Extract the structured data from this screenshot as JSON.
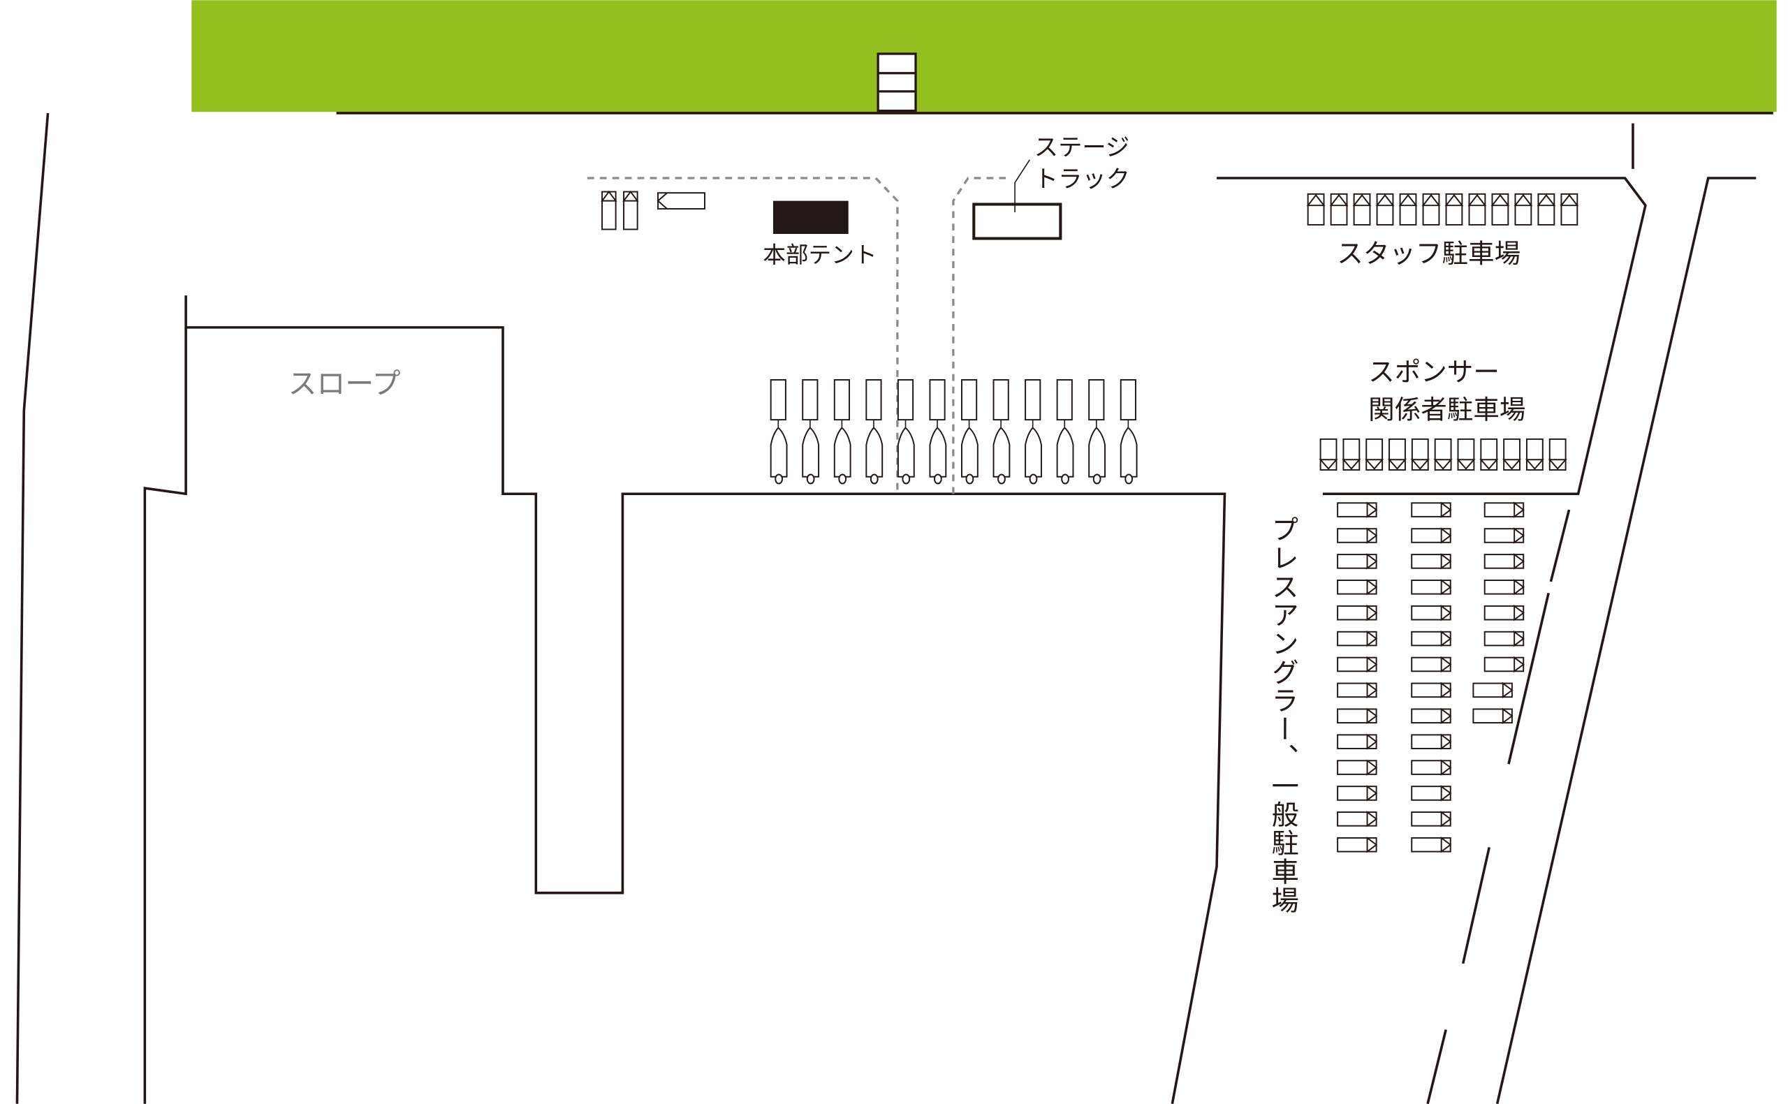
{
  "colors": {
    "field": "#93c01f",
    "line": "#231815",
    "dashed_path": "#8a8a8a",
    "slope_text": "#7a7a7a"
  },
  "labels": {
    "slope": "スロープ",
    "hq_tent": "本部テント",
    "stage_truck_line1": "ステージ",
    "stage_truck_line2": "トラック",
    "staff_parking": "スタッフ駐車場",
    "sponsor_parking_line1": "スポンサー",
    "sponsor_parking_line2": "関係者駐車場",
    "press_parking": "プレスアングラー、一般駐車場"
  },
  "counts": {
    "boats": 12,
    "staff_spaces": 12,
    "sponsor_spaces": 11,
    "press_column_1": 14,
    "press_column_2": 14,
    "press_column_3": 9
  }
}
